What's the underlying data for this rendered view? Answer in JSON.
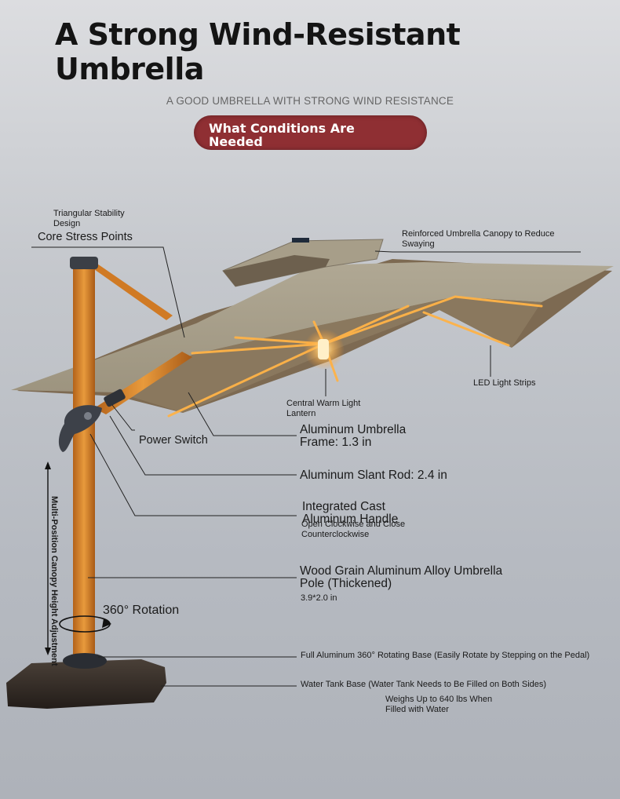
{
  "header": {
    "title_line1": "A Strong Wind-Resistant",
    "title_line2": "Umbrella",
    "subtitle": "A GOOD UMBRELLA WITH STRONG WIND RESISTANCE",
    "badge": "What Conditions Are Needed"
  },
  "callouts": {
    "triangular_stability": "Triangular Stability Design",
    "core_stress_points": "Core Stress Points",
    "reinforced_canopy": "Reinforced Umbrella Canopy to Reduce Swaying",
    "led_light_strips": "LED Light Strips",
    "central_lantern": "Central Warm Light Lantern",
    "power_switch": "Power Switch",
    "aluminum_frame": "Aluminum Umbrella Frame: 1.3 in",
    "aluminum_slant_rod": "Aluminum Slant Rod: 2.4 in",
    "cast_handle": "Integrated Cast Aluminum Handle",
    "handle_note": "Open Clockwise and Close Counterclockwise",
    "pole": "Wood Grain Aluminum Alloy Umbrella Pole (Thickened)",
    "pole_size": "3.9*2.0 in",
    "rotation": "360° Rotation",
    "rotating_base": "Full Aluminum 360° Rotating Base (Easily Rotate by Stepping on the Pedal)",
    "water_tank_base": "Water Tank Base (Water Tank Needs to Be Filled on Both Sides)",
    "weight_note": "Weighs Up to 640 lbs When Filled with Water",
    "height_adjust": "Multi-Position Canopy Height Adjustment"
  },
  "colors": {
    "badge": "#8f2f33",
    "canopy": "#a9a08d",
    "wood_pole": "#d9812a",
    "led_glow": "#ffb347",
    "base": "#3a322c"
  }
}
